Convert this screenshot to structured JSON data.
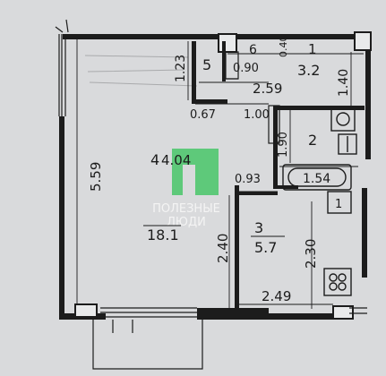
{
  "colors": {
    "background": "#d9dadc",
    "wall": "#1c1c1c",
    "watermark": "#5ec97a"
  },
  "rooms": {
    "living": {
      "number": "4",
      "area": "18.1"
    },
    "toilet": {
      "number": "1",
      "area": "3.2"
    },
    "bath": {
      "number": "2"
    },
    "kitchen": {
      "number": "3",
      "area": "5.7"
    },
    "closet_5": {
      "number": "5"
    },
    "closet_6": {
      "number": "6"
    }
  },
  "dimensions": {
    "d_1_23": "1.23",
    "d_0_90": "0.90",
    "d_0_40": "0.40",
    "d_2_59": "2.59",
    "d_1_40": "1.40",
    "d_0_67": "0.67",
    "d_1_00": "1.00",
    "d_5_59": "5.59",
    "d_1_90": "1.90",
    "d_4_04": "4.04",
    "d_0_93": "0.93",
    "d_1_54": "1.54",
    "d_2_40": "2.40",
    "d_2_30": "2.30",
    "d_2_49": "2.49"
  },
  "bath_fixture_label": "1",
  "watermark": {
    "line1": "ПОЛЕЗНЫЕ",
    "line2": "ЛЮДИ"
  }
}
